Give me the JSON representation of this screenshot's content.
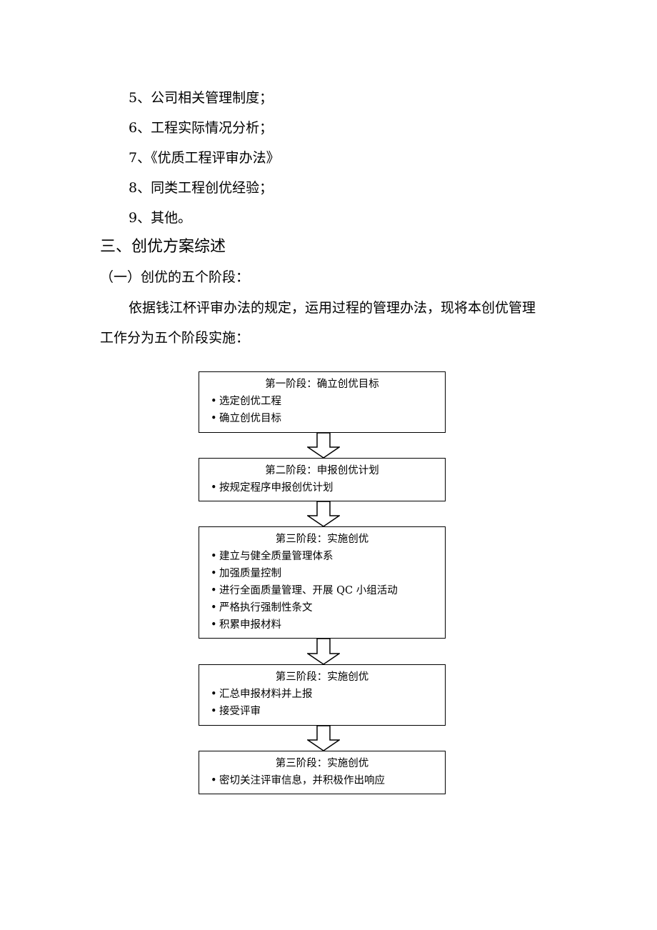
{
  "list_items": [
    "5、公司相关管理制度；",
    "6、工程实际情况分析；",
    "7、《优质工程评审办法》",
    "8、同类工程创优经验；",
    "9、其他。"
  ],
  "section_heading": "三、创优方案综述",
  "subsection_heading": "（一）创优的五个阶段：",
  "paragraph": {
    "line1": "依据钱江杯评审办法的规定，运用过程的管理办法，现将本创优管理",
    "line2": "工作分为五个阶段实施："
  },
  "flowchart": {
    "bullet": "•",
    "stages": [
      {
        "title": "第一阶段：确立创优目标",
        "items": [
          "选定创优工程",
          "确立创优目标"
        ]
      },
      {
        "title": "第二阶段：申报创优计划",
        "items": [
          "按规定程序申报创优计划"
        ]
      },
      {
        "title": "第三阶段：实施创优",
        "items": [
          "建立与健全质量管理体系",
          "加强质量控制",
          "进行全面质量管理、开展 QC 小组活动",
          "严格执行强制性条文",
          "积累申报材料"
        ]
      },
      {
        "title": "第三阶段：实施创优",
        "items": [
          "汇总申报材料并上报",
          "接受评审"
        ]
      },
      {
        "title": "第三阶段：实施创优",
        "items": [
          "密切关注评审信息，并积极作出响应"
        ]
      }
    ]
  }
}
